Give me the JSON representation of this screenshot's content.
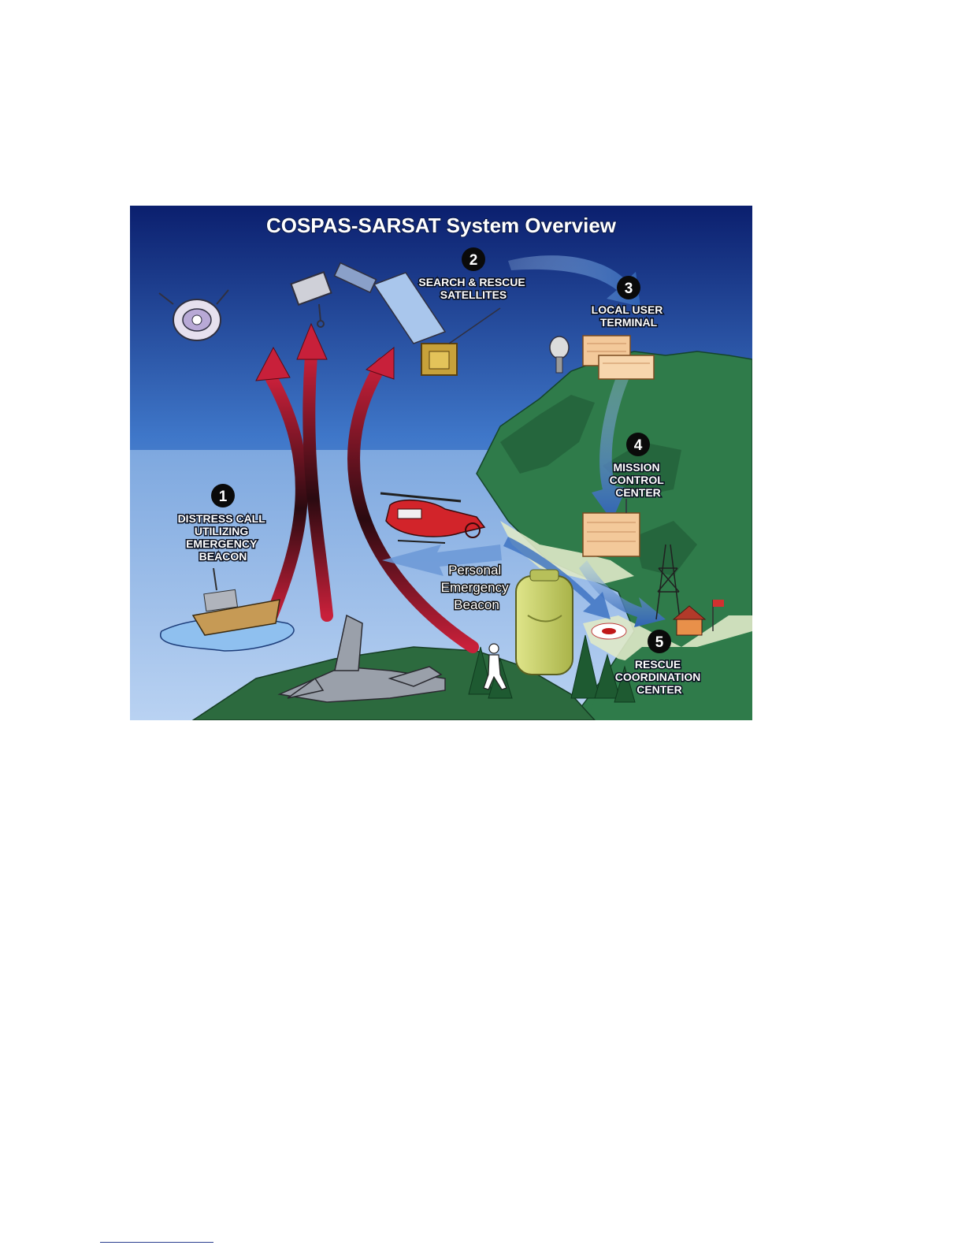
{
  "diagram": {
    "title": "COSPAS-SARSAT System Overview",
    "steps": [
      {
        "number": "1",
        "lines": [
          "DISTRESS CALL",
          "UTILIZING",
          "EMERGENCY",
          "BEACON"
        ]
      },
      {
        "number": "2",
        "lines": [
          "SEARCH & RESCUE",
          "SATELLITES"
        ]
      },
      {
        "number": "3",
        "lines": [
          "LOCAL USER",
          "TERMINAL"
        ]
      },
      {
        "number": "4",
        "lines": [
          "MISSION",
          "CONTROL",
          "CENTER"
        ]
      },
      {
        "number": "5",
        "lines": [
          "RESCUE",
          "COORDINATION",
          "CENTER"
        ]
      }
    ],
    "beacon_label": [
      "Personal",
      "Emergency",
      "Beacon"
    ],
    "colors": {
      "sky_top": "#0b1f6e",
      "sky_bottom": "#6fa2de",
      "land": "#2f7b4a",
      "distress_arrows": "#b0182c",
      "flow_arrows": "#3a6fc0",
      "beacon": "#c9d36a"
    }
  }
}
